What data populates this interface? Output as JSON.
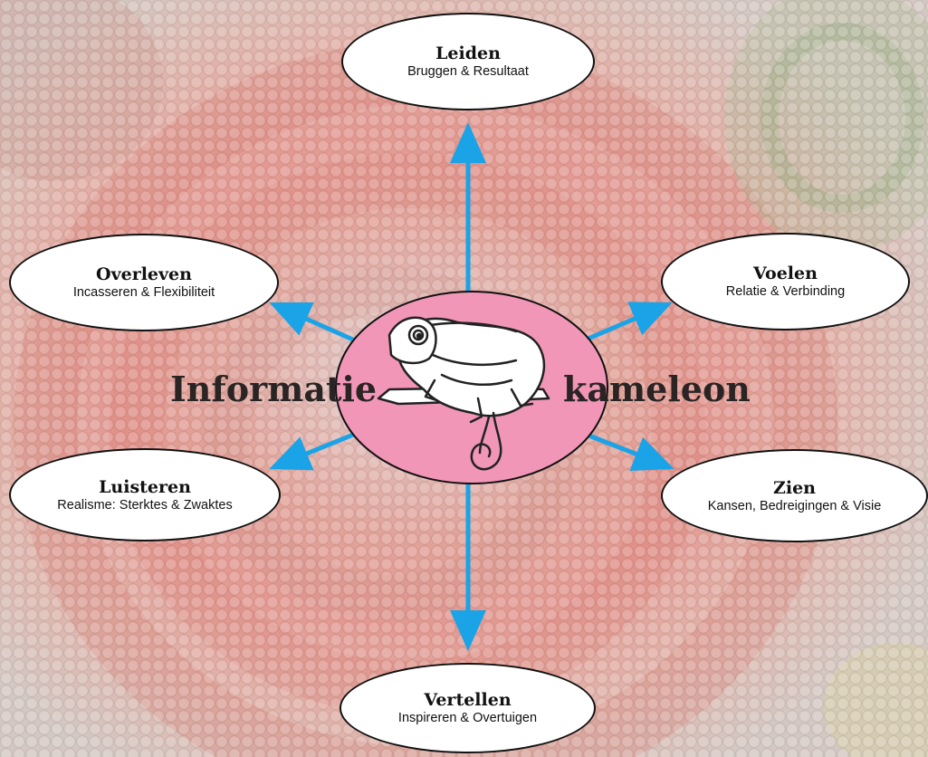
{
  "center": {
    "left_word": "Informatie",
    "right_word": "kameleon",
    "ellipse_color": "#f296b8"
  },
  "arrow_color": "#1aa3e6",
  "nodes": {
    "leiden": {
      "title": "Leiden",
      "subtitle": "Bruggen & Resultaat"
    },
    "overleven": {
      "title": "Overleven",
      "subtitle": "Incasseren & Flexibiliteit"
    },
    "voelen": {
      "title": "Voelen",
      "subtitle": "Relatie & Verbinding"
    },
    "luisteren": {
      "title": "Luisteren",
      "subtitle": "Realisme: Sterktes & Zwaktes"
    },
    "zien": {
      "title": "Zien",
      "subtitle": "Kansen, Bedreigingen & Visie"
    },
    "vertellen": {
      "title": "Vertellen",
      "subtitle": "Inspireren & Overtuigen"
    }
  },
  "icons": {
    "center": "chameleon-icon",
    "background": "chameleon-skin-background"
  }
}
